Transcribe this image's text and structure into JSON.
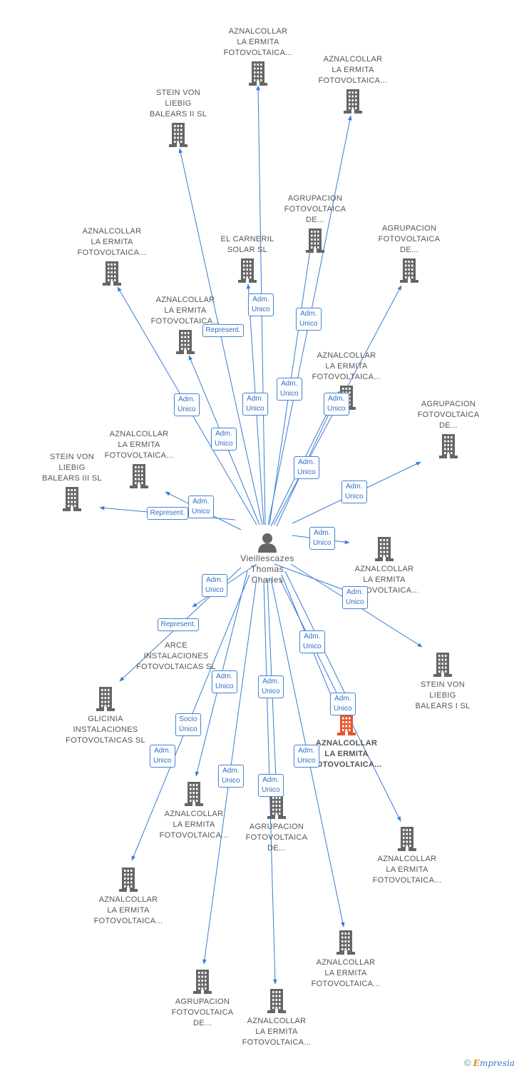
{
  "center": {
    "name_lines": [
      "Vieillescazes",
      "Thomas",
      "Charles"
    ]
  },
  "nodes": [
    {
      "id": "n1",
      "lines": [
        "AZNALCOLLAR",
        "LA ERMITA",
        "FOTOVOLTAICA..."
      ],
      "highlight": false
    },
    {
      "id": "n2",
      "lines": [
        "AZNALCOLLAR",
        "LA ERMITA",
        "FOTOVOLTAICA..."
      ],
      "highlight": false
    },
    {
      "id": "n3",
      "lines": [
        "STEIN VON",
        "LIEBIG",
        "BALEARS II SL"
      ],
      "highlight": false
    },
    {
      "id": "n4",
      "lines": [
        "AGRUPACION",
        "FOTOVOLTAICA",
        "DE..."
      ],
      "highlight": false
    },
    {
      "id": "n5",
      "lines": [
        "AZNALCOLLAR",
        "LA ERMITA",
        "FOTOVOLTAICA..."
      ],
      "highlight": false
    },
    {
      "id": "n6",
      "lines": [
        "EL CARNERIL",
        "SOLAR SL"
      ],
      "highlight": false
    },
    {
      "id": "n7",
      "lines": [
        "AGRUPACION",
        "FOTOVOLTAICA",
        "DE..."
      ],
      "highlight": false
    },
    {
      "id": "n8",
      "lines": [
        "AZNALCOLLAR",
        "LA ERMITA",
        "FOTOVOLTAICA..."
      ],
      "highlight": false
    },
    {
      "id": "n9",
      "lines": [
        "AZNALCOLLAR",
        "LA ERMITA",
        "FOTOVOLTAICA..."
      ],
      "highlight": false
    },
    {
      "id": "n10",
      "lines": [
        "AGRUPACION",
        "FOTOVOLTAICA",
        "DE..."
      ],
      "highlight": false
    },
    {
      "id": "n11",
      "lines": [
        "AZNALCOLLAR",
        "LA ERMITA",
        "FOTOVOLTAICA..."
      ],
      "highlight": false
    },
    {
      "id": "n12",
      "lines": [
        "STEIN VON",
        "LIEBIG",
        "BALEARS III SL"
      ],
      "highlight": false
    },
    {
      "id": "n13",
      "lines": [
        "AZNALCOLLAR",
        "LA ERMITA",
        "FOTOVOLTAICA..."
      ],
      "highlight": false
    },
    {
      "id": "n14",
      "lines": [
        "ARCE",
        "INSTALACIONES",
        "FOTOVOLTAICAS SL"
      ],
      "highlight": false
    },
    {
      "id": "n15",
      "lines": [
        "STEIN VON",
        "LIEBIG",
        "BALEARS I SL"
      ],
      "highlight": false
    },
    {
      "id": "n16",
      "lines": [
        "GLICINIA",
        "INSTALACIONES",
        "FOTOVOLTAICAS SL"
      ],
      "highlight": false
    },
    {
      "id": "n17",
      "lines": [
        "AZNALCOLLAR",
        "LA ERMITA",
        "FOTOVOLTAICA..."
      ],
      "highlight": true
    },
    {
      "id": "n18",
      "lines": [
        "AZNALCOLLAR",
        "LA ERMITA",
        "FOTOVOLTAICA..."
      ],
      "highlight": false
    },
    {
      "id": "n19",
      "lines": [
        "AGRUPACION",
        "FOTOVOLTAICA",
        "DE..."
      ],
      "highlight": false
    },
    {
      "id": "n20",
      "lines": [
        "AZNALCOLLAR",
        "LA ERMITA",
        "FOTOVOLTAICA..."
      ],
      "highlight": false
    },
    {
      "id": "n21",
      "lines": [
        "AZNALCOLLAR",
        "LA ERMITA",
        "FOTOVOLTAICA..."
      ],
      "highlight": false
    },
    {
      "id": "n22",
      "lines": [
        "AZNALCOLLAR",
        "LA ERMITA",
        "FOTOVOLTAICA..."
      ],
      "highlight": false
    },
    {
      "id": "n23",
      "lines": [
        "AGRUPACION",
        "FOTOVOLTAICA",
        "DE..."
      ],
      "highlight": false
    },
    {
      "id": "n24",
      "lines": [
        "AZNALCOLLAR",
        "LA ERMITA",
        "FOTOVOLTAICA..."
      ],
      "highlight": false
    }
  ],
  "edge_labels": [
    {
      "lines": [
        "Adm.",
        "Unico"
      ]
    },
    {
      "lines": [
        "Adm.",
        "Unico"
      ]
    },
    {
      "lines": [
        "Represent."
      ]
    },
    {
      "lines": [
        "Adm.",
        "Unico"
      ]
    },
    {
      "lines": [
        "Adm.",
        "Unico"
      ]
    },
    {
      "lines": [
        "Adm.",
        "Unico"
      ]
    },
    {
      "lines": [
        "Adm.",
        "Unico"
      ]
    },
    {
      "lines": [
        "Adm.",
        "Unico"
      ]
    },
    {
      "lines": [
        "Adm.",
        "Unico"
      ]
    },
    {
      "lines": [
        "Adm.",
        "Unico"
      ]
    },
    {
      "lines": [
        "Adm.",
        "Unico"
      ]
    },
    {
      "lines": [
        "Represent."
      ]
    },
    {
      "lines": [
        "Adm.",
        "Unico"
      ]
    },
    {
      "lines": [
        "Adm.",
        "Unico"
      ]
    },
    {
      "lines": [
        "Adm.",
        "Unico"
      ]
    },
    {
      "lines": [
        "Represent."
      ]
    },
    {
      "lines": [
        "Adm.",
        "Unico"
      ]
    },
    {
      "lines": [
        "Adm.",
        "Unico"
      ]
    },
    {
      "lines": [
        "Adm.",
        "Unico"
      ]
    },
    {
      "lines": [
        "Adm.",
        "Unico"
      ]
    },
    {
      "lines": [
        "Adm.",
        "Unico"
      ]
    },
    {
      "lines": [
        "Socio",
        "Único"
      ]
    },
    {
      "lines": [
        "Adm.",
        "Unico"
      ]
    },
    {
      "lines": [
        "Adm.",
        "Unico"
      ]
    },
    {
      "lines": [
        "Adm.",
        "Unico"
      ]
    }
  ],
  "footer": {
    "copyright_symbol": "©",
    "brand_first": "E",
    "brand_rest": "mpresia"
  },
  "colors": {
    "edge": "#3a7bd5",
    "building": "#666666",
    "building_highlight": "#e8572a",
    "person": "#666666"
  }
}
